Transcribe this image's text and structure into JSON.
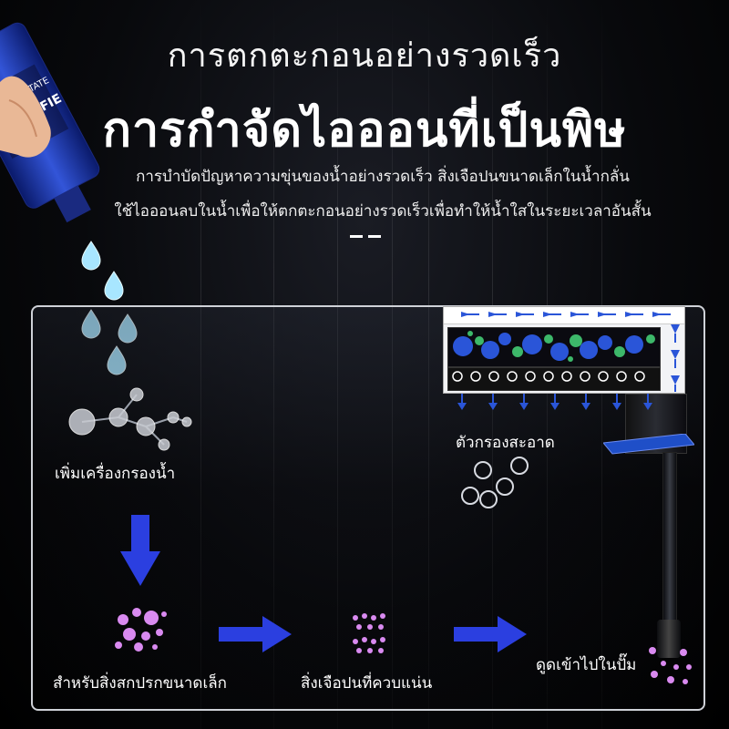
{
  "header": {
    "title_top": "การตกตะกอนอย่างรวดเร็ว",
    "title_main": "การกำจัดไอออนที่เป็นพิษ",
    "desc_line1": "การบำบัดปัญหาความขุ่นของน้ำอย่างรวดเร็ว สิ่งเจือปนขนาดเล็กในน้ำกลั่น",
    "desc_line2": "ใช้ไอออนลบในน้ำเพื่อให้ตกตะกอนอย่างรวดเร็วเพื่อทำให้น้ำใสในระยะเวลาอันสั้น"
  },
  "bottle": {
    "label_line1": "LIQUID STATE",
    "label_line2": "CLARIFIE"
  },
  "steps": {
    "add_to_filter": "เพิ่มเครื่องกรองน้ำ",
    "small_impurities": "สำหรับสิ่งสกปรกขนาดเล็ก",
    "tight_impurities": "สิ่งเจือปนที่ควบแน่น",
    "sucked_into_pump": "ดูดเข้าไปในปั๊ม",
    "clean_filter": "ตัวกรองสะอาด"
  },
  "colors": {
    "arrow_blue": "#2b3fe0",
    "filter_blue": "#2a55d8",
    "filter_green": "#3db86a",
    "particle_pink": "#d98af0",
    "water_drop": "#a8e6ff"
  }
}
